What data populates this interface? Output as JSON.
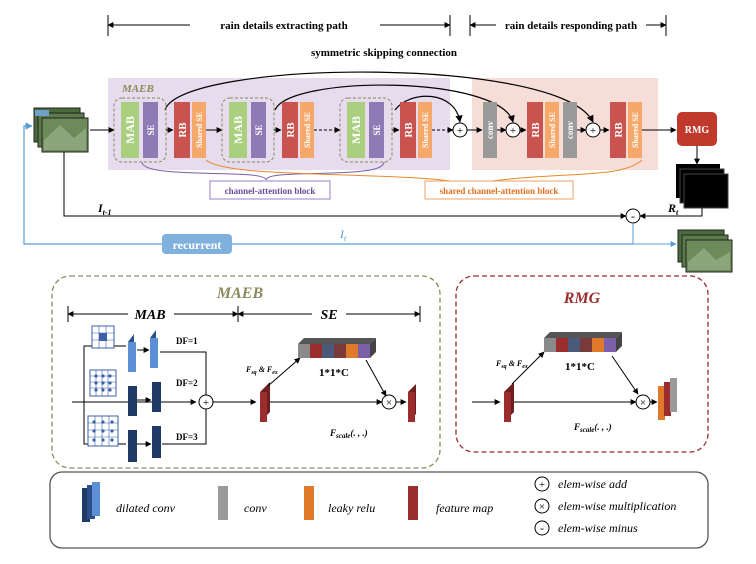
{
  "top": {
    "path_left": "rain details extracting path",
    "path_right": "rain details responding path",
    "skip": "symmetric skipping connection",
    "maeb_tag": "MAEB",
    "mab": "MAB",
    "se": "SE",
    "rb": "RB",
    "shared_se": "Shared SE",
    "conv": "conv",
    "rmg": "RMG",
    "channel_block": "channel-attention block",
    "shared_block": "shared channel-attention block",
    "i_prev": "I",
    "i_prev_sub": "t-1",
    "r_t": "R",
    "r_t_sub": "t",
    "i_t": "I",
    "i_t_sub": "t",
    "recurrent": "recurrent",
    "plus": "+",
    "minus": "-"
  },
  "maeb_detail": {
    "title": "MAEB",
    "mab": "MAB",
    "se": "SE",
    "df1": "DF=1",
    "df2": "DF=2",
    "df3": "DF=3",
    "fsq": "F",
    "fsq_sub": "sq",
    "fex": "F",
    "fex_sub": "ex",
    "amp": "&",
    "c111": "1*1*C",
    "fscale": "F",
    "fscale_sub": "scale",
    "fscale_args": "(. , .)"
  },
  "rmg_detail": {
    "title": "RMG",
    "fsq": "F",
    "fsq_sub": "sq",
    "fex": "F",
    "fex_sub": "ex",
    "amp": "&",
    "c111": "1*1*C",
    "fscale": "F",
    "fscale_sub": "scale",
    "fscale_args": "(. , .)"
  },
  "legend": {
    "dilated": "dilated conv",
    "conv": "conv",
    "leaky": "leaky relu",
    "fmap": "feature map",
    "add": "elem-wise add",
    "mul": "elem-wise multiplication",
    "minus": "elem-wise minus",
    "sym_add": "+",
    "sym_mul": "×",
    "sym_minus": "-"
  },
  "colors": {
    "maeb_bg": "#e6dced",
    "resp_bg": "#f6ddd8",
    "mab": "#a9cf7f",
    "se": "#8e7bb5",
    "rb": "#c9534f",
    "shared": "#f6a86a",
    "conv": "#9a9a9a",
    "recurrent": "#5b9bd5",
    "olive": "#8b8a5c",
    "darkred": "#9b2d2d"
  }
}
